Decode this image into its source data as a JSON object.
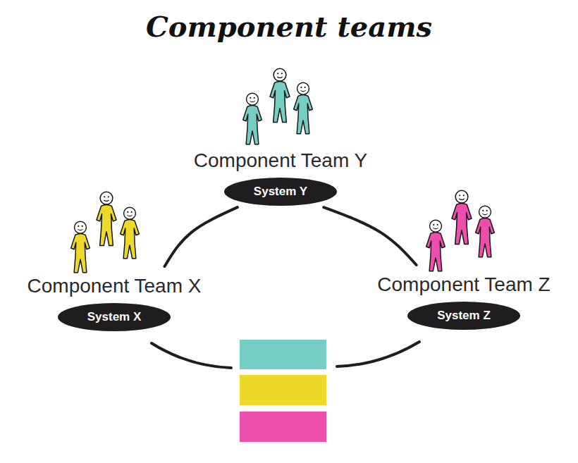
{
  "diagram": {
    "title": "Component teams",
    "nodes": [
      {
        "text": [
          "Component Team Y",
          "System Y"
        ]
      },
      {
        "text": [
          "Component Team X",
          "System X"
        ]
      },
      {
        "text": [
          "Component Team Z",
          "System Z"
        ]
      }
    ],
    "edges": [
      {
        "from": 0,
        "to": 1,
        "arrow": "none"
      },
      {
        "from": 0,
        "to": 2,
        "arrow": "none"
      }
    ]
  }
}
